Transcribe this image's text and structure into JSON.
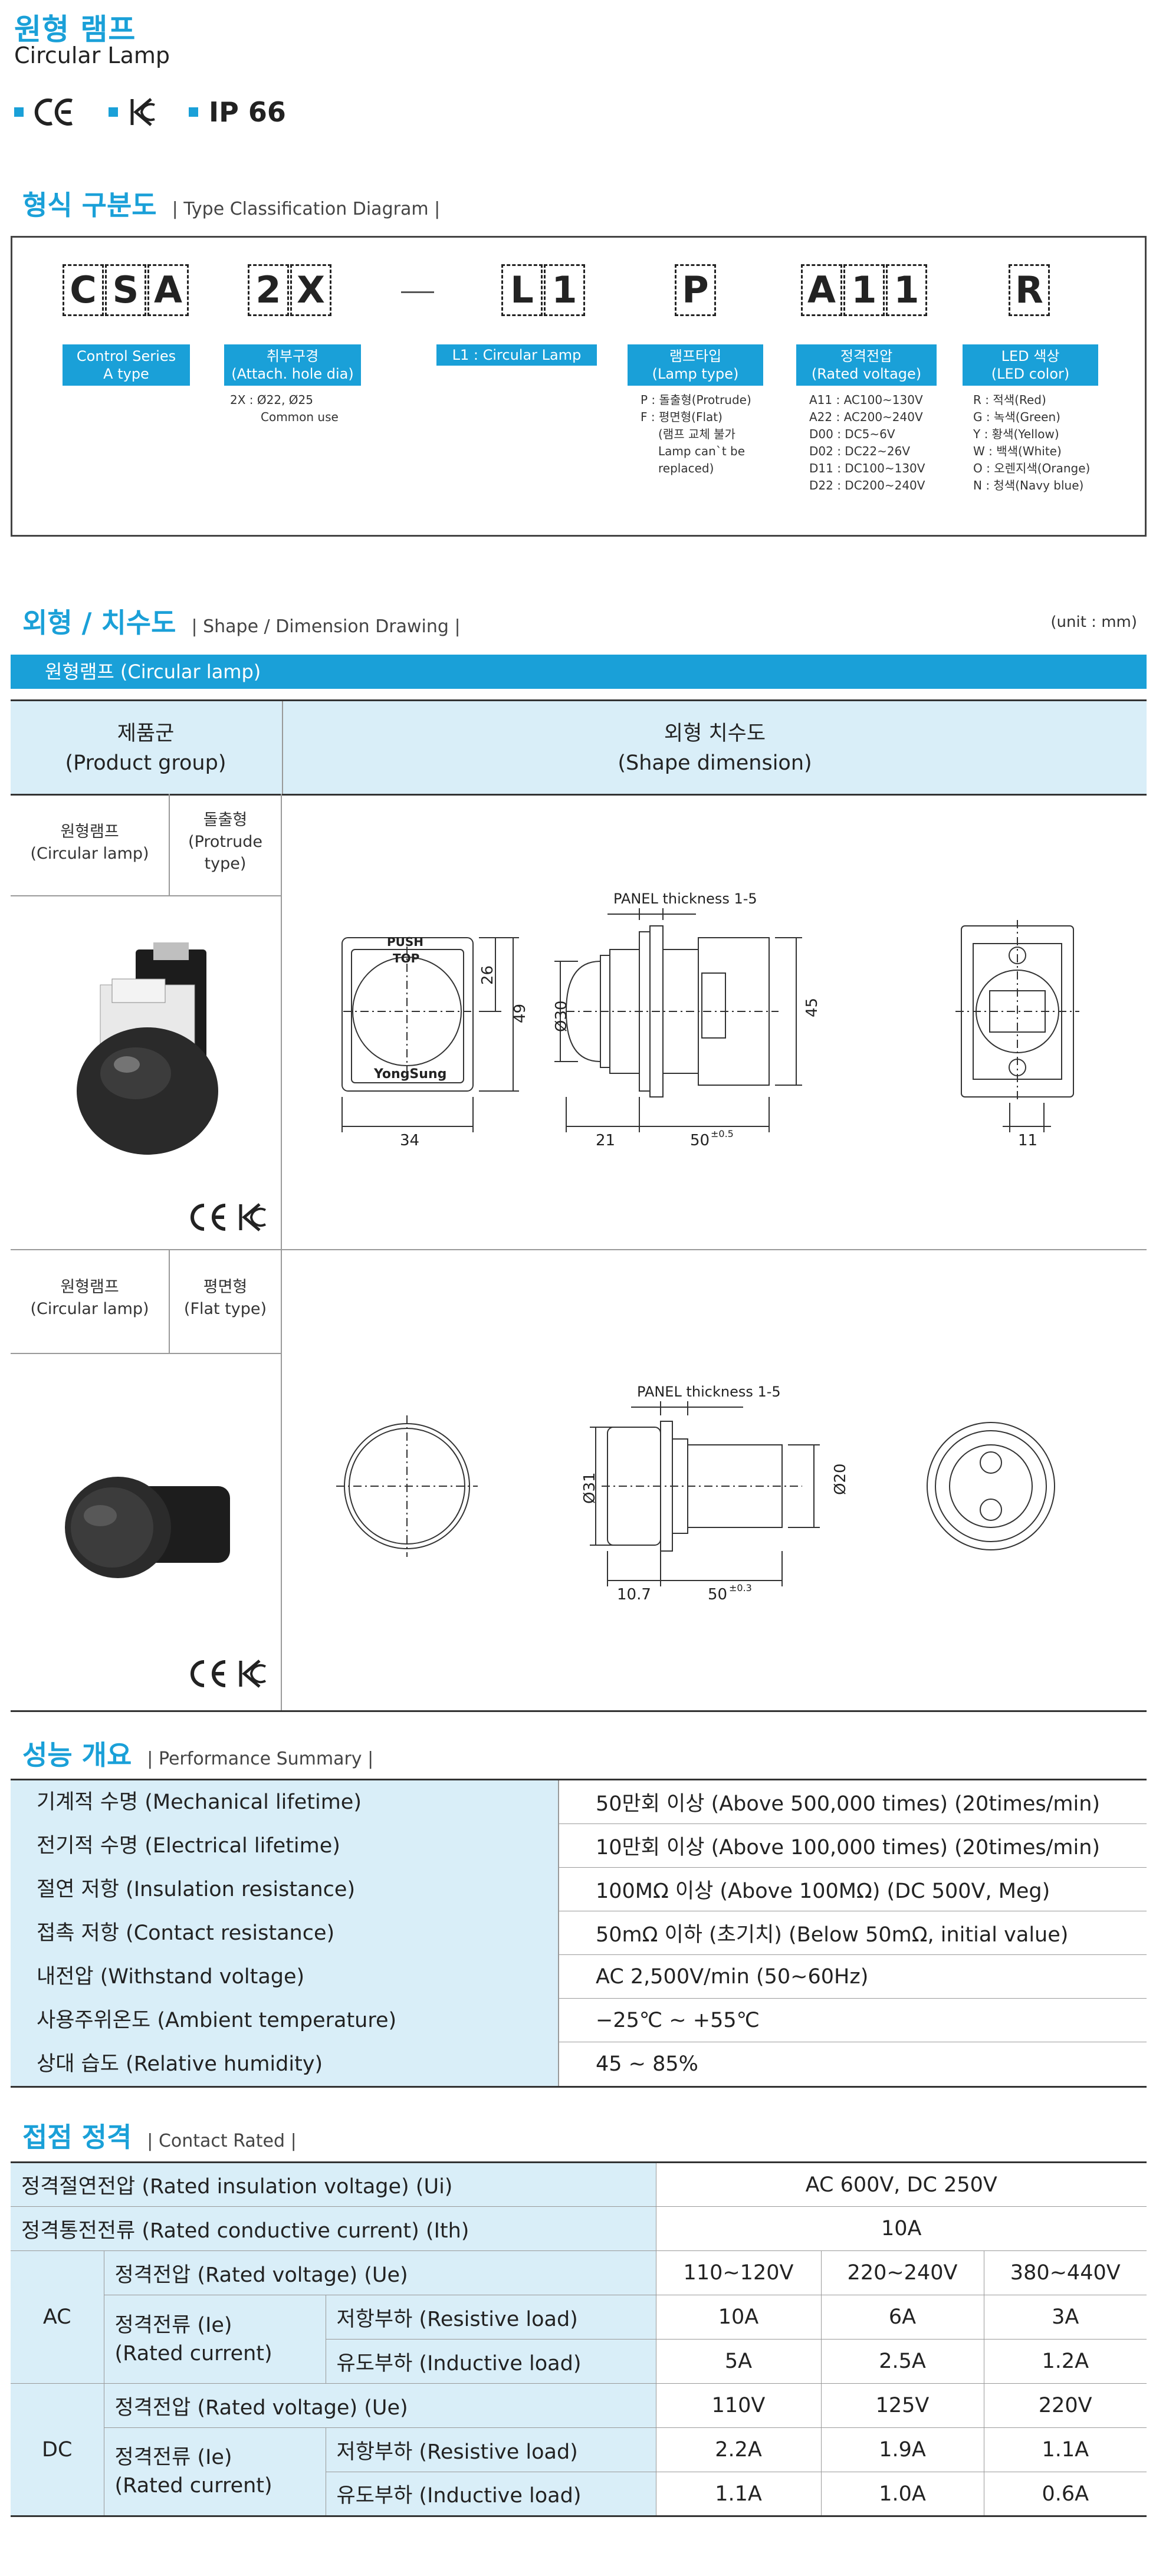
{
  "title": {
    "ko": "원형 램프",
    "en": "Circular Lamp"
  },
  "certs": [
    {
      "label": "CE",
      "icon": "ce-mark-icon"
    },
    {
      "label": "KC",
      "icon": "kc-mark-icon"
    },
    {
      "label": "IP 66",
      "icon": ""
    }
  ],
  "type_classification": {
    "heading_ko": "형식 구분도",
    "heading_en": "| Type Classification Diagram |",
    "code_chars": [
      "C",
      "S",
      "A",
      "2",
      "X",
      "L",
      "1",
      "P",
      "A",
      "1",
      "1",
      "R"
    ],
    "labels": [
      {
        "line1": "Control Series",
        "line2": "A type"
      },
      {
        "line1": "취부구경",
        "line2": "(Attach. hole dia)"
      },
      {
        "line1": "L1 : Circular Lamp",
        "line2": ""
      },
      {
        "line1": "램프타입",
        "line2": "(Lamp type)"
      },
      {
        "line1": "정격전압",
        "line2": "(Rated voltage)"
      },
      {
        "line1": "LED 색상",
        "line2": "(LED color)"
      }
    ],
    "attach_desc": [
      "2X : Ø22, Ø25",
      "Common use"
    ],
    "lamp_type_desc": [
      "P : 돌출형(Protrude)",
      "F : 평면형(Flat)",
      "(램프 교체 불가",
      "Lamp can`t be",
      "replaced)"
    ],
    "voltage_desc": [
      "A11 : AC100~130V",
      "A22 : AC200~240V",
      "D00 : DC5~6V",
      "D02 : DC22~26V",
      "D11 : DC100~130V",
      "D22 : DC200~240V"
    ],
    "color_desc": [
      "R : 적색(Red)",
      "G : 녹색(Green)",
      "Y : 황색(Yellow)",
      "W : 백색(White)",
      "O : 오렌지색(Orange)",
      "N : 청색(Navy blue)"
    ]
  },
  "shape": {
    "heading_ko": "외형 / 치수도",
    "heading_en": "| Shape / Dimension Drawing |",
    "unit": "(unit : mm)",
    "banner": "원형램프 (Circular lamp)",
    "col1": {
      "line1": "제품군",
      "line2": "(Product group)"
    },
    "col2": {
      "line1": "외형 치수도",
      "line2": "(Shape dimension)"
    },
    "protrude": {
      "group1": "원형램프",
      "group1_en": "(Circular lamp)",
      "group2": "돌출형",
      "group2_en": "(Protrude",
      "group2_en2": "type)",
      "panel": "PANEL thickness 1-5",
      "dims": {
        "w": "34",
        "h26": "26",
        "h49": "49",
        "d30": "Ø30",
        "l21": "21",
        "l50": "50",
        "tol": "±0.5",
        "h45": "45",
        "w11": "11"
      },
      "push": "PUSH",
      "top": "TOP",
      "brand": "YongSung"
    },
    "flat": {
      "group1": "원형램프",
      "group1_en": "(Circular lamp)",
      "group2": "평면형",
      "group2_en": "(Flat type)",
      "panel": "PANEL thickness 1-5",
      "dims": {
        "d31": "Ø31",
        "d20": "Ø20",
        "l107": "10.7",
        "l50": "50",
        "tol": "±0.3"
      }
    },
    "cert_marks": "CE"
  },
  "performance": {
    "heading_ko": "성능 개요",
    "heading_en": "| Performance Summary |",
    "rows": [
      {
        "k": "기계적 수명 (Mechanical lifetime)",
        "v": "50만회 이상 (Above 500,000 times) (20times/min)"
      },
      {
        "k": "전기적 수명 (Electrical lifetime)",
        "v": "10만회 이상 (Above 100,000 times) (20times/min)"
      },
      {
        "k": "절연 저항 (Insulation resistance)",
        "v": "100MΩ 이상 (Above 100MΩ) (DC 500V, Meg)"
      },
      {
        "k": "접촉 저항 (Contact resistance)",
        "v": "50mΩ 이하 (초기치) (Below 50mΩ, initial value)"
      },
      {
        "k": "내전압 (Withstand voltage)",
        "v": "AC 2,500V/min (50~60Hz)"
      },
      {
        "k": "사용주위온도 (Ambient temperature)",
        "v": "−25℃ ~ +55℃"
      },
      {
        "k": "상대 습도 (Relative humidity)",
        "v": "45 ~ 85%"
      }
    ]
  },
  "contact": {
    "heading_ko": "접점 정격",
    "heading_en": "| Contact Rated |",
    "ui_label": "정격절연전압 (Rated insulation voltage) (Ui)",
    "ui_value": "AC 600V, DC 250V",
    "ith_label": "정격통전전류 (Rated conductive current) (Ith)",
    "ith_value": "10A",
    "ue_label": "정격전압 (Rated voltage) (Ue)",
    "ie_label1": "정격전류 (Ie)",
    "ie_label2": "(Rated current)",
    "resistive": "저항부하 (Resistive load)",
    "inductive": "유도부하 (Inductive load)",
    "ac": {
      "label": "AC",
      "voltages": [
        "110~120V",
        "220~240V",
        "380~440V"
      ],
      "resistive": [
        "10A",
        "6A",
        "3A"
      ],
      "inductive": [
        "5A",
        "2.5A",
        "1.2A"
      ]
    },
    "dc": {
      "label": "DC",
      "voltages": [
        "110V",
        "125V",
        "220V"
      ],
      "resistive": [
        "2.2A",
        "1.9A",
        "1.1A"
      ],
      "inductive": [
        "1.1A",
        "1.0A",
        "0.6A"
      ]
    }
  }
}
